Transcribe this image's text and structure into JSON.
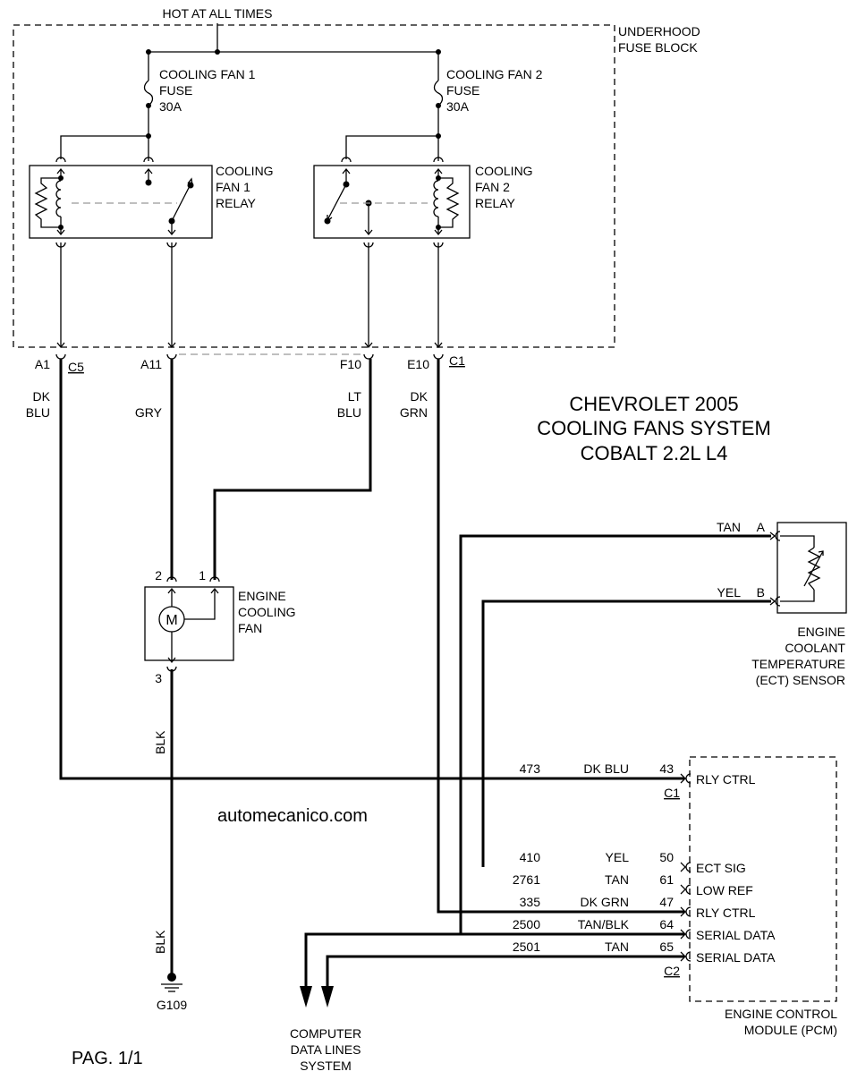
{
  "power": {
    "label": "HOT AT ALL TIMES"
  },
  "fuse_block": {
    "label_line1": "UNDERHOOD",
    "label_line2": "FUSE BLOCK"
  },
  "fuse1": {
    "line1": "COOLING FAN 1",
    "line2": "FUSE",
    "line3": "30A"
  },
  "fuse2": {
    "line1": "COOLING FAN 2",
    "line2": "FUSE",
    "line3": "30A"
  },
  "relay1": {
    "line1": "COOLING",
    "line2": "FAN 1",
    "line3": "RELAY"
  },
  "relay2": {
    "line1": "COOLING",
    "line2": "FAN 2",
    "line3": "RELAY"
  },
  "connectors": {
    "a1": "A1",
    "c5": "C5",
    "a11": "A11",
    "f10": "F10",
    "e10": "E10",
    "c1": "C1"
  },
  "wire_colors": {
    "a1_line1": "DK",
    "a1_line2": "BLU",
    "a11": "GRY",
    "f10_line1": "LT",
    "f10_line2": "BLU",
    "e10_line1": "DK",
    "e10_line2": "GRN",
    "ground_upper": "BLK",
    "ground_lower": "BLK"
  },
  "title": {
    "line1": "CHEVROLET 2005",
    "line2": "COOLING FANS SYSTEM",
    "line3": "COBALT 2.2L L4"
  },
  "fan": {
    "line1": "ENGINE",
    "line2": "COOLING",
    "line3": "FAN",
    "pin2": "2",
    "pin1": "1",
    "pin3": "3",
    "motor_symbol": "M"
  },
  "ground": {
    "label": "G109"
  },
  "ect": {
    "pin_a": "A",
    "pin_b": "B",
    "wire_a": "TAN",
    "wire_b": "YEL",
    "line1": "ENGINE",
    "line2": "COOLANT",
    "line3": "TEMPERATURE",
    "line4": "(ECT) SENSOR"
  },
  "pcm": {
    "line1": "ENGINE CONTROL",
    "line2": "MODULE (PCM)",
    "c1": "C1",
    "c2": "C2",
    "circuits": [
      {
        "circuit": "473",
        "color": "DK BLU",
        "pin": "43",
        "function": "RLY CTRL"
      },
      {
        "circuit": "410",
        "color": "YEL",
        "pin": "50",
        "function": "ECT SIG"
      },
      {
        "circuit": "2761",
        "color": "TAN",
        "pin": "61",
        "function": "LOW REF"
      },
      {
        "circuit": "335",
        "color": "DK GRN",
        "pin": "47",
        "function": "RLY CTRL"
      },
      {
        "circuit": "2500",
        "color": "TAN/BLK",
        "pin": "64",
        "function": "SERIAL DATA"
      },
      {
        "circuit": "2501",
        "color": "TAN",
        "pin": "65",
        "function": "SERIAL DATA"
      }
    ]
  },
  "data_lines": {
    "line1": "COMPUTER",
    "line2": "DATA LINES",
    "line3": "SYSTEM"
  },
  "watermark": "automecanico.com",
  "page": "PAG. 1/1"
}
